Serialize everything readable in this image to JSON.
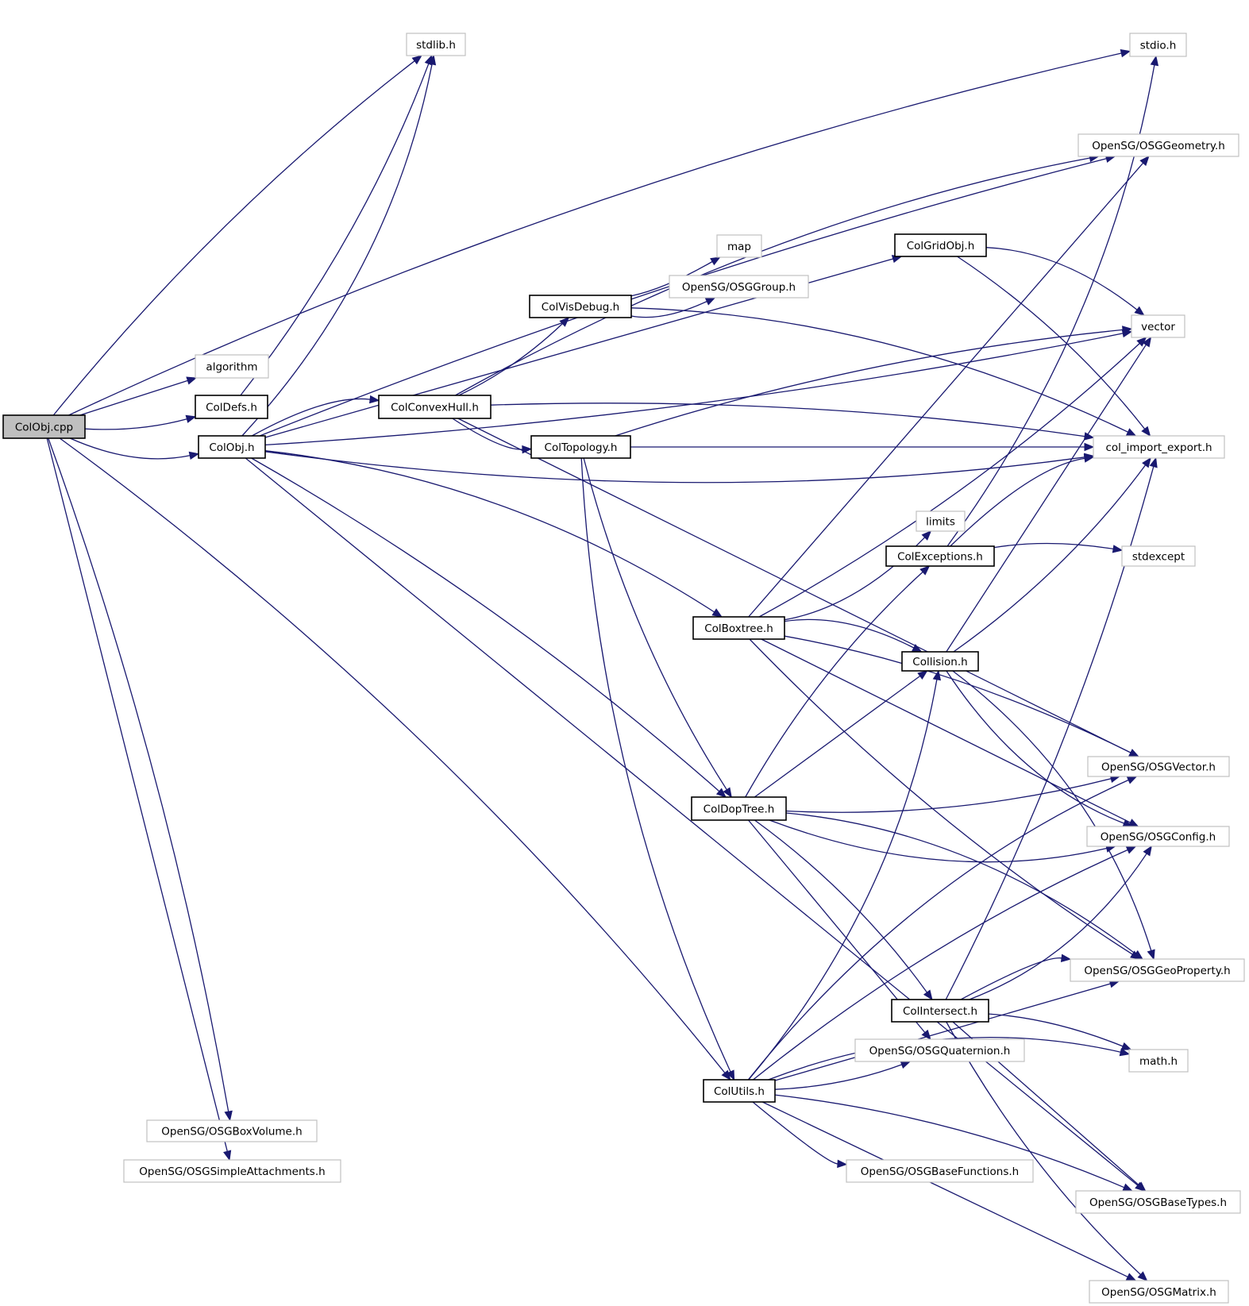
{
  "diagram": {
    "type": "include-dependency-graph",
    "root": "ColObj.cpp",
    "colors": {
      "edge": "#191970",
      "root_fill": "#bfbfbf",
      "local_border": "#000000",
      "external_border": "#c0c0c0"
    },
    "nodes": [
      {
        "id": "colobj_cpp",
        "label": "ColObj.cpp",
        "kind": "root"
      },
      {
        "id": "stdlib",
        "label": "stdlib.h",
        "kind": "external"
      },
      {
        "id": "stdio",
        "label": "stdio.h",
        "kind": "external"
      },
      {
        "id": "algorithm",
        "label": "algorithm",
        "kind": "external"
      },
      {
        "id": "coldefs",
        "label": "ColDefs.h",
        "kind": "local"
      },
      {
        "id": "colobj_h",
        "label": "ColObj.h",
        "kind": "local"
      },
      {
        "id": "colconvexhull",
        "label": "ColConvexHull.h",
        "kind": "local"
      },
      {
        "id": "colvisdebug",
        "label": "ColVisDebug.h",
        "kind": "local"
      },
      {
        "id": "coltopology",
        "label": "ColTopology.h",
        "kind": "local"
      },
      {
        "id": "map",
        "label": "map",
        "kind": "external"
      },
      {
        "id": "osggroup",
        "label": "OpenSG/OSGGroup.h",
        "kind": "external"
      },
      {
        "id": "colgridobj",
        "label": "ColGridObj.h",
        "kind": "local"
      },
      {
        "id": "osggeometry",
        "label": "OpenSG/OSGGeometry.h",
        "kind": "external"
      },
      {
        "id": "vector",
        "label": "vector",
        "kind": "external"
      },
      {
        "id": "colimport",
        "label": "col_import_export.h",
        "kind": "external"
      },
      {
        "id": "limits",
        "label": "limits",
        "kind": "external"
      },
      {
        "id": "colexceptions",
        "label": "ColExceptions.h",
        "kind": "local"
      },
      {
        "id": "stdexcept",
        "label": "stdexcept",
        "kind": "external"
      },
      {
        "id": "colboxtree",
        "label": "ColBoxtree.h",
        "kind": "local"
      },
      {
        "id": "collision",
        "label": "Collision.h",
        "kind": "local"
      },
      {
        "id": "coldoptree",
        "label": "ColDopTree.h",
        "kind": "local"
      },
      {
        "id": "osgvector",
        "label": "OpenSG/OSGVector.h",
        "kind": "external"
      },
      {
        "id": "osgconfig",
        "label": "OpenSG/OSGConfig.h",
        "kind": "external"
      },
      {
        "id": "osggeoproperty",
        "label": "OpenSG/OSGGeoProperty.h",
        "kind": "external"
      },
      {
        "id": "colintersect",
        "label": "ColIntersect.h",
        "kind": "local"
      },
      {
        "id": "osgquaternion",
        "label": "OpenSG/OSGQuaternion.h",
        "kind": "external"
      },
      {
        "id": "mathh",
        "label": "math.h",
        "kind": "external"
      },
      {
        "id": "colutils",
        "label": "ColUtils.h",
        "kind": "local"
      },
      {
        "id": "osgbasefunctions",
        "label": "OpenSG/OSGBaseFunctions.h",
        "kind": "external"
      },
      {
        "id": "osgbasetypes",
        "label": "OpenSG/OSGBaseTypes.h",
        "kind": "external"
      },
      {
        "id": "osgmatrix",
        "label": "OpenSG/OSGMatrix.h",
        "kind": "external"
      },
      {
        "id": "osgboxvolume",
        "label": "OpenSG/OSGBoxVolume.h",
        "kind": "external"
      },
      {
        "id": "osgsimpleattachments",
        "label": "OpenSG/OSGSimpleAttachments.h",
        "kind": "external"
      }
    ],
    "edges": [
      [
        "colobj_cpp",
        "stdio"
      ],
      [
        "colobj_cpp",
        "stdlib"
      ],
      [
        "colobj_cpp",
        "algorithm"
      ],
      [
        "colobj_cpp",
        "coldefs"
      ],
      [
        "colobj_cpp",
        "colobj_h"
      ],
      [
        "colobj_cpp",
        "colutils"
      ],
      [
        "colobj_cpp",
        "osgboxvolume"
      ],
      [
        "colobj_cpp",
        "osgsimpleattachments"
      ],
      [
        "coldefs",
        "stdlib"
      ],
      [
        "colobj_h",
        "stdlib"
      ],
      [
        "colobj_h",
        "colconvexhull"
      ],
      [
        "colobj_h",
        "osggeometry"
      ],
      [
        "colobj_h",
        "colgridobj"
      ],
      [
        "colobj_h",
        "vector"
      ],
      [
        "colobj_h",
        "colimport"
      ],
      [
        "colobj_h",
        "colboxtree"
      ],
      [
        "colobj_h",
        "coldoptree"
      ],
      [
        "colobj_h",
        "osgbasetypes"
      ],
      [
        "colconvexhull",
        "colvisdebug"
      ],
      [
        "colconvexhull",
        "coltopology"
      ],
      [
        "colconvexhull",
        "osggeometry"
      ],
      [
        "colconvexhull",
        "colimport"
      ],
      [
        "colconvexhull",
        "osgvector"
      ],
      [
        "colvisdebug",
        "map"
      ],
      [
        "colvisdebug",
        "osggroup"
      ],
      [
        "colvisdebug",
        "colimport"
      ],
      [
        "coltopology",
        "vector"
      ],
      [
        "coltopology",
        "colimport"
      ],
      [
        "coltopology",
        "coldoptree"
      ],
      [
        "coltopology",
        "colutils"
      ],
      [
        "colgridobj",
        "vector"
      ],
      [
        "colgridobj",
        "colimport"
      ],
      [
        "colboxtree",
        "osggeometry"
      ],
      [
        "colboxtree",
        "vector"
      ],
      [
        "colboxtree",
        "limits"
      ],
      [
        "colboxtree",
        "collision"
      ],
      [
        "colboxtree",
        "osgvector"
      ],
      [
        "colboxtree",
        "osgconfig"
      ],
      [
        "colboxtree",
        "osggeoproperty"
      ],
      [
        "colexceptions",
        "stdio"
      ],
      [
        "colexceptions",
        "colimport"
      ],
      [
        "colexceptions",
        "stdexcept"
      ],
      [
        "collision",
        "vector"
      ],
      [
        "collision",
        "colimport"
      ],
      [
        "collision",
        "osgconfig"
      ],
      [
        "collision",
        "osggeoproperty"
      ],
      [
        "coldoptree",
        "colexceptions"
      ],
      [
        "coldoptree",
        "collision"
      ],
      [
        "coldoptree",
        "osgvector"
      ],
      [
        "coldoptree",
        "osgconfig"
      ],
      [
        "coldoptree",
        "osggeoproperty"
      ],
      [
        "coldoptree",
        "colintersect"
      ],
      [
        "coldoptree",
        "osgquaternion"
      ],
      [
        "colintersect",
        "colimport"
      ],
      [
        "colintersect",
        "osgconfig"
      ],
      [
        "colintersect",
        "osggeoproperty"
      ],
      [
        "colintersect",
        "mathh"
      ],
      [
        "colintersect",
        "osgbasetypes"
      ],
      [
        "colintersect",
        "osgmatrix"
      ],
      [
        "colutils",
        "collision"
      ],
      [
        "colutils",
        "osgvector"
      ],
      [
        "colutils",
        "osgconfig"
      ],
      [
        "colutils",
        "osggeoproperty"
      ],
      [
        "colutils",
        "osgquaternion"
      ],
      [
        "colutils",
        "osgbasefunctions"
      ],
      [
        "colutils",
        "mathh"
      ],
      [
        "colutils",
        "osgbasetypes"
      ],
      [
        "colutils",
        "osgmatrix"
      ]
    ]
  }
}
